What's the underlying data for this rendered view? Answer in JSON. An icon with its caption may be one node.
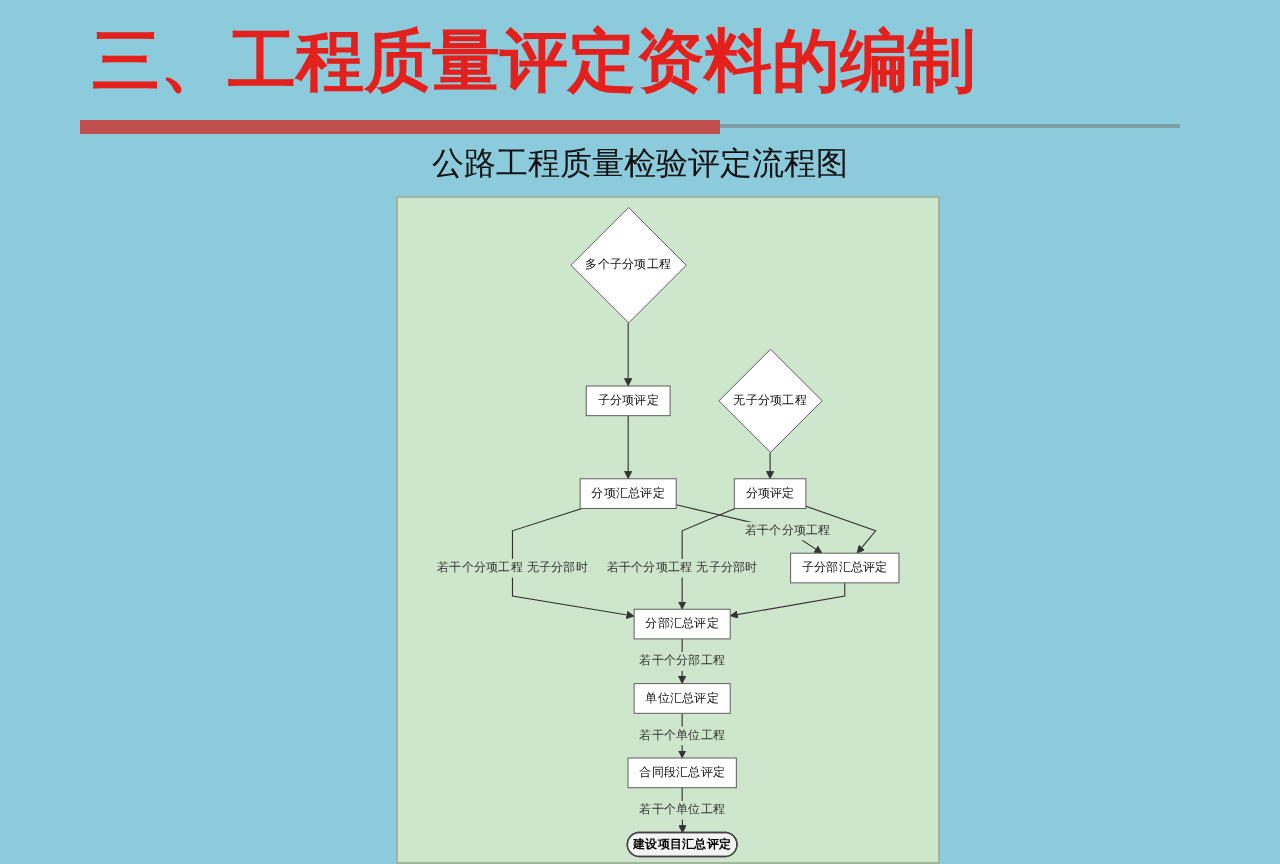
{
  "diagram": {
    "title": "三、工程质量评定资料的编制",
    "nodes": [
      {
        "text": [
          "多个子分项工程"
        ]
      },
      {
        "text": [
          "子分项评定"
        ]
      },
      {
        "text": [
          "无子分项工程"
        ]
      },
      {
        "text": [
          "分项汇总评定"
        ]
      },
      {
        "text": [
          "分项评定"
        ]
      },
      {
        "text": [
          "子分部汇总评定"
        ]
      },
      {
        "text": [
          "分部汇总评定"
        ]
      },
      {
        "text": [
          "单位汇总评定"
        ]
      },
      {
        "text": [
          "合同段汇总评定"
        ]
      },
      {
        "text": [
          "建设项目汇总评定"
        ]
      }
    ],
    "edges": [
      {
        "from": 0,
        "to": 1,
        "arrow": "to"
      },
      {
        "from": 1,
        "to": 3,
        "arrow": "to"
      },
      {
        "from": 2,
        "to": 4,
        "arrow": "to"
      },
      {
        "from": 3,
        "to": 5,
        "arrow": "to",
        "label": "若干个分项工程"
      },
      {
        "from": 4,
        "to": 5,
        "arrow": "to"
      },
      {
        "from": 3,
        "to": 6,
        "arrow": "to",
        "label": "若干个分项工程 无子分部时"
      },
      {
        "from": 4,
        "to": 6,
        "arrow": "to",
        "label": "若干个分项工程 无子分部时"
      },
      {
        "from": 5,
        "to": 6,
        "arrow": "to"
      },
      {
        "from": 6,
        "to": 7,
        "arrow": "to",
        "label": "若干个分部工程"
      },
      {
        "from": 7,
        "to": 8,
        "arrow": "to",
        "label": "若干个单位工程"
      },
      {
        "from": 8,
        "to": 9,
        "arrow": "to",
        "label": "若干个单位工程"
      }
    ],
    "labels": [
      "公路工程质量检验评定流程图"
    ]
  }
}
